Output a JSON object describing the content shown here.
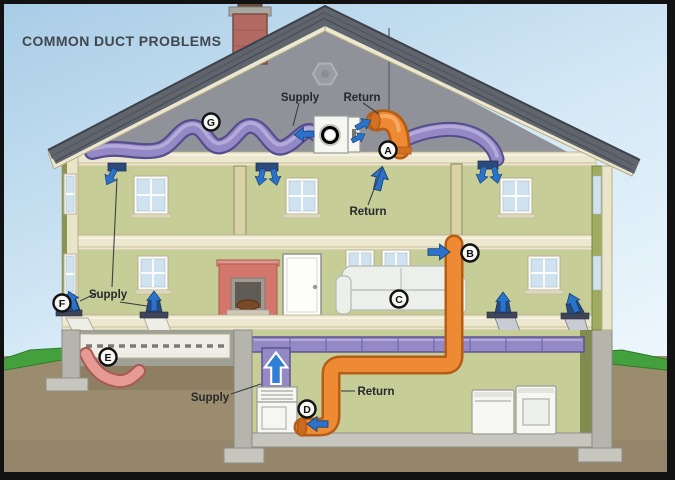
{
  "title": "COMMON DUCT PROBLEMS",
  "labels": {
    "attic_supply": "Supply",
    "attic_return": "Return",
    "second_floor_return": "Return",
    "first_floor_supply": "Supply",
    "basement_supply": "Supply",
    "basement_return": "Return"
  },
  "markers": [
    {
      "letter": "A"
    },
    {
      "letter": "B"
    },
    {
      "letter": "C"
    },
    {
      "letter": "D"
    },
    {
      "letter": "E"
    },
    {
      "letter": "F"
    },
    {
      "letter": "G"
    }
  ],
  "colors": {
    "sky_top": "#a8cce6",
    "sky_bottom": "#eef7fd",
    "roof": "#60656d",
    "attic_wall": "#8f9299",
    "room_wall": "#c6cd97",
    "exterior_trim": "#ece8d0",
    "duct_supply_purple": "#9489c4",
    "duct_return_orange": "#ee8a33",
    "airflow_blue": "#2a72cc",
    "flex_duct_pink": "#e79a93",
    "soil": "#9c8c6e",
    "grass": "#43a03d",
    "chimney_brick": "#b26b62",
    "label_text": "#26292d"
  }
}
